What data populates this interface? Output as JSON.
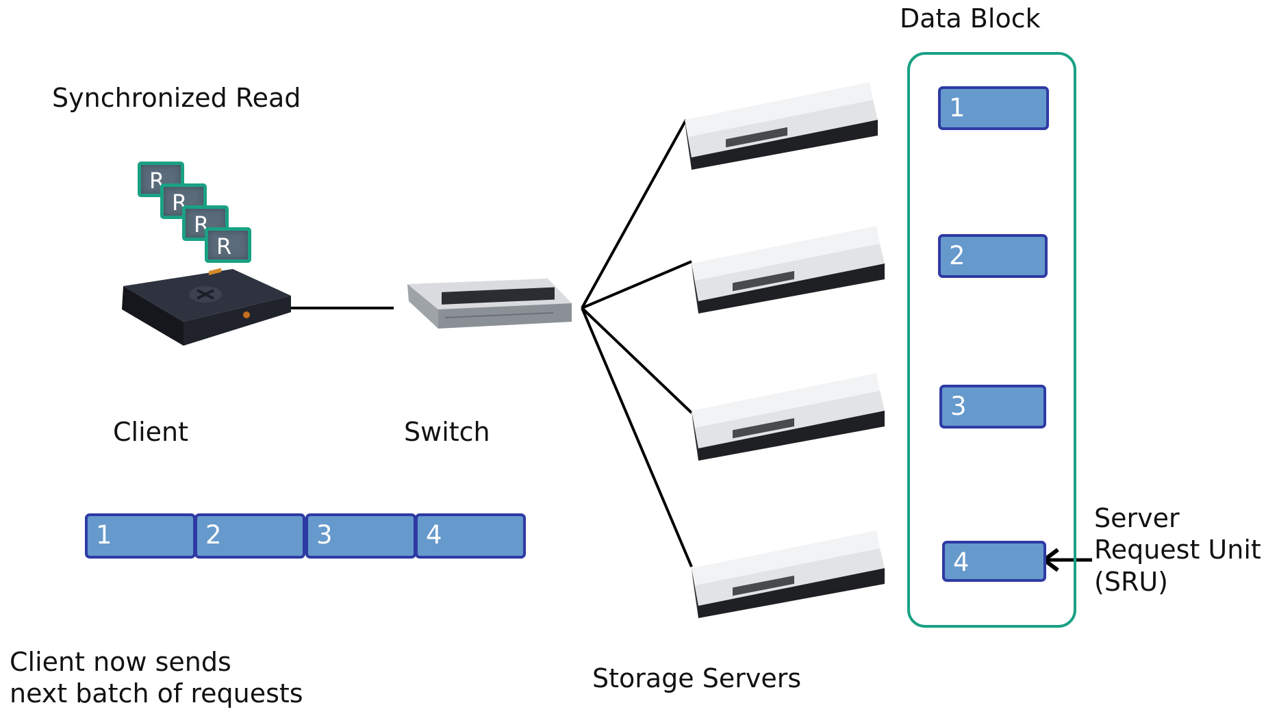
{
  "title": "Synchronized Read",
  "client_label": "Client",
  "switch_label": "Switch",
  "storage_label": "Storage Servers",
  "data_block_label": "Data Block",
  "sru_label": [
    "Server",
    "Request Unit",
    "(SRU)"
  ],
  "bottom_note": [
    "Client now sends",
    "next batch of requests"
  ],
  "request_tiles": [
    "R",
    "R",
    "R",
    "R"
  ],
  "client_buffer": [
    "1",
    "2",
    "3",
    "4"
  ],
  "data_block_units": [
    "1",
    "2",
    "3",
    "4"
  ],
  "colors": {
    "accent_green": "#1aa184",
    "box_fill": "#6699cc",
    "box_border": "#2e3aa3"
  }
}
